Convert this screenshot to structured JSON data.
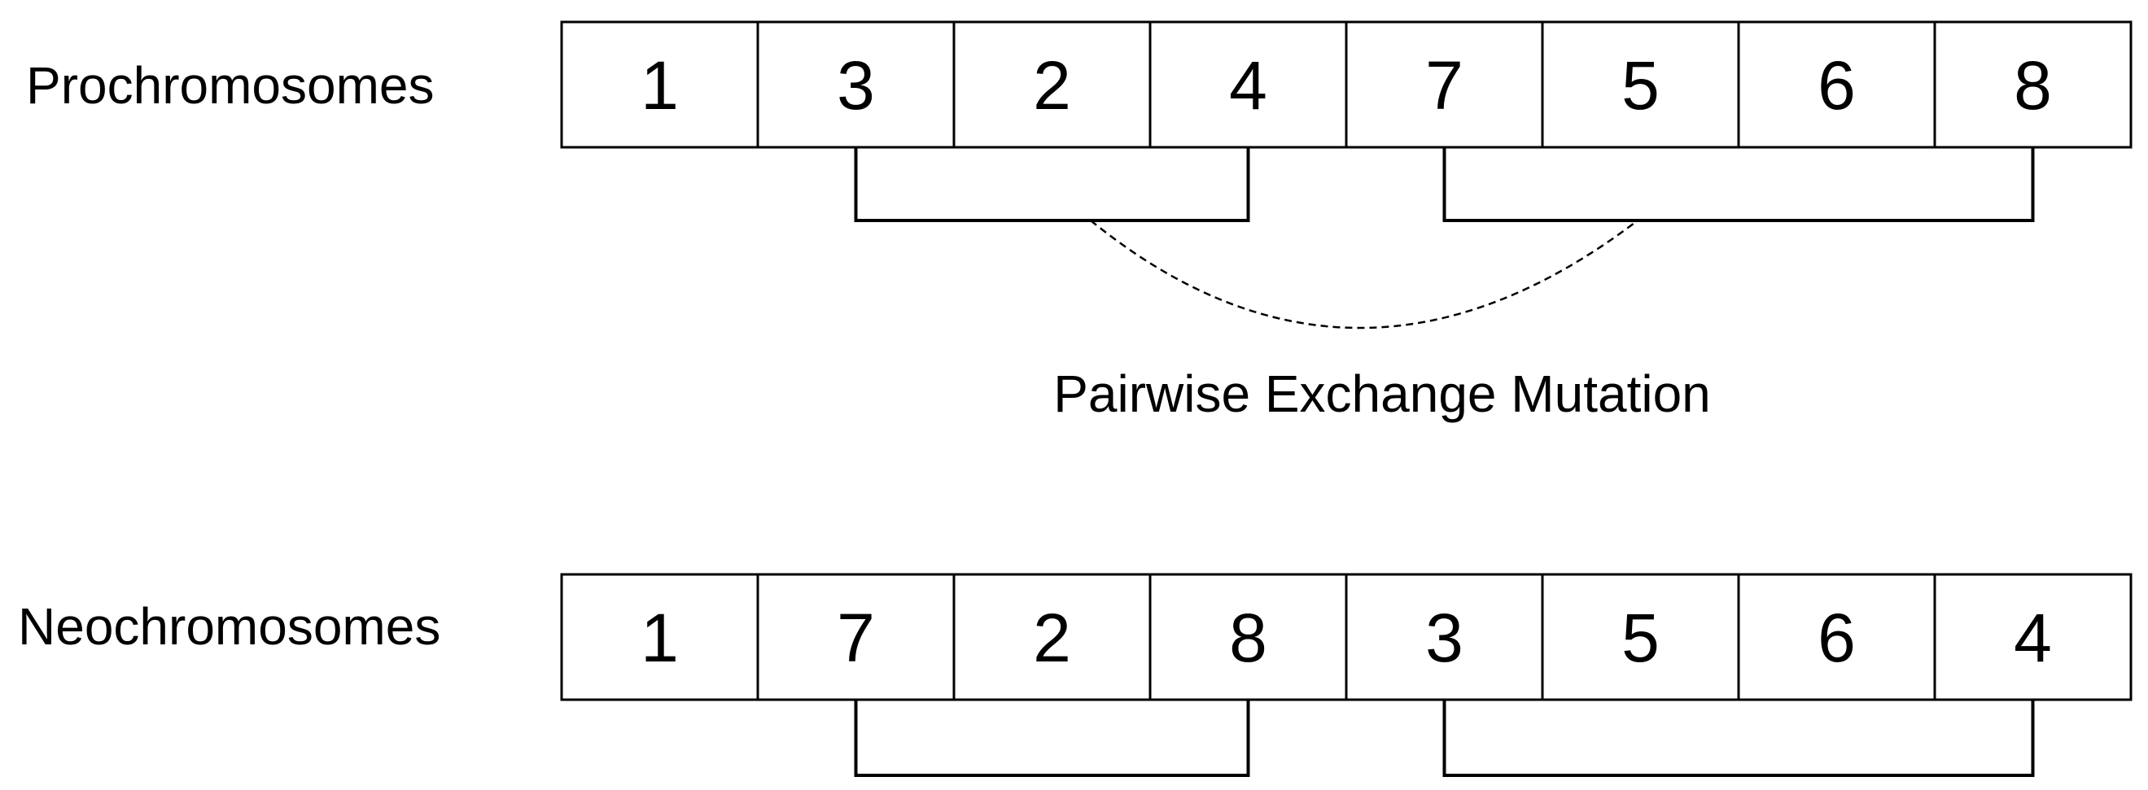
{
  "rows": {
    "pro": {
      "label": "Prochromosomes",
      "genes": [
        "1",
        "3",
        "2",
        "4",
        "7",
        "5",
        "6",
        "8"
      ]
    },
    "neo": {
      "label": "Neochromosomes",
      "genes": [
        "1",
        "7",
        "2",
        "8",
        "3",
        "5",
        "6",
        "4"
      ]
    }
  },
  "mutation": {
    "label": "Pairwise Exchange Mutation"
  },
  "brackets": {
    "first": {
      "from_gene": 2,
      "to_gene": 4
    },
    "second": {
      "from_gene": 5,
      "to_gene": 8
    }
  }
}
